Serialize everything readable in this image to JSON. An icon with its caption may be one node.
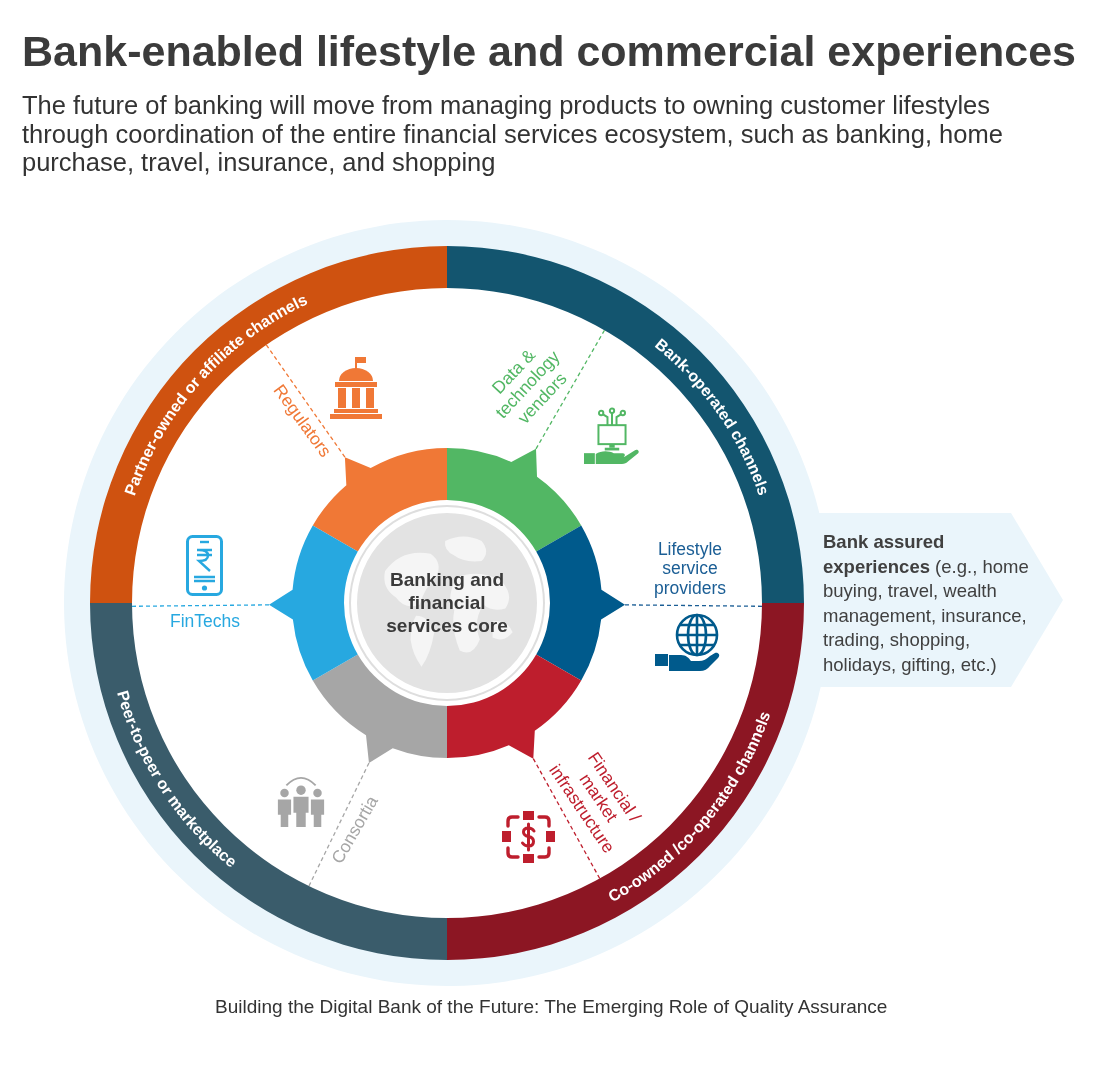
{
  "diagram": {
    "title": "Bank-enabled lifestyle and commercial experiences",
    "caption": "Building the Digital Bank of the Future: The Emerging Role of Quality Assurance",
    "labels": [
      "The future of banking will move from managing products to owning customer lifestyles through coordination of the entire financial services ecosystem, such as banking, home purchase, travel, insurance, and shopping"
    ],
    "nodes": [
      {
        "text": [
          "Partner-owned or affiliate channels"
        ]
      },
      {
        "text": [
          "Bank-operated channels"
        ]
      },
      {
        "text": [
          "Co-owned /co-operated channels"
        ]
      },
      {
        "text": [
          "Peer-to-peer or marketplace"
        ]
      },
      {
        "text": [
          "**Bank assured experiences** (e.g., home buying, travel, wealth management, insurance, trading, shopping, holidays, gifting, etc.)"
        ]
      },
      {
        "text": [],
        "shape": "arc"
      },
      {
        "text": [],
        "shape": "arc"
      },
      {
        "text": [],
        "shape": "arc"
      },
      {
        "text": [],
        "shape": "arc"
      },
      {
        "text": [],
        "shape": "arc"
      },
      {
        "text": [],
        "shape": "arc"
      },
      {
        "text": [
          "Banking and financial services core"
        ]
      }
    ],
    "edges": [
      {
        "from": 5,
        "to": 0,
        "arrow": "none",
        "label": "Regulators",
        "style": "dashed",
        "color": "#f07836"
      },
      {
        "from": 6,
        "to": 1,
        "arrow": "none",
        "label": "Data & technology vendors",
        "style": "dashed",
        "color": "#52b764"
      },
      {
        "from": 7,
        "to": 2,
        "arrow": "none",
        "label": "Lifestyle service providers",
        "style": "dashed",
        "color": "#1b5e95"
      },
      {
        "from": 8,
        "to": 2,
        "arrow": "none",
        "label": "Financial / market infrastructure",
        "style": "dashed",
        "color": "#be1e2d"
      },
      {
        "from": 9,
        "to": 3,
        "arrow": "none",
        "label": "Consortia",
        "style": "dashed",
        "color": "#a6a6a6"
      },
      {
        "from": 10,
        "to": 3,
        "arrow": "none",
        "label": "FinTechs",
        "style": "dashed",
        "color": "#27a8e0"
      }
    ]
  }
}
